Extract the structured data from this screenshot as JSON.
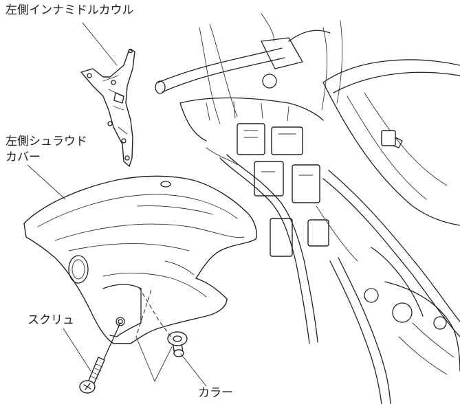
{
  "labels": {
    "inner_mid_cowl": "左側インナミドルカウル",
    "shroud_cover_line1": "左側シュラウド",
    "shroud_cover_line2": "カバー",
    "screw": "スクリュ",
    "collar": "カラー"
  }
}
